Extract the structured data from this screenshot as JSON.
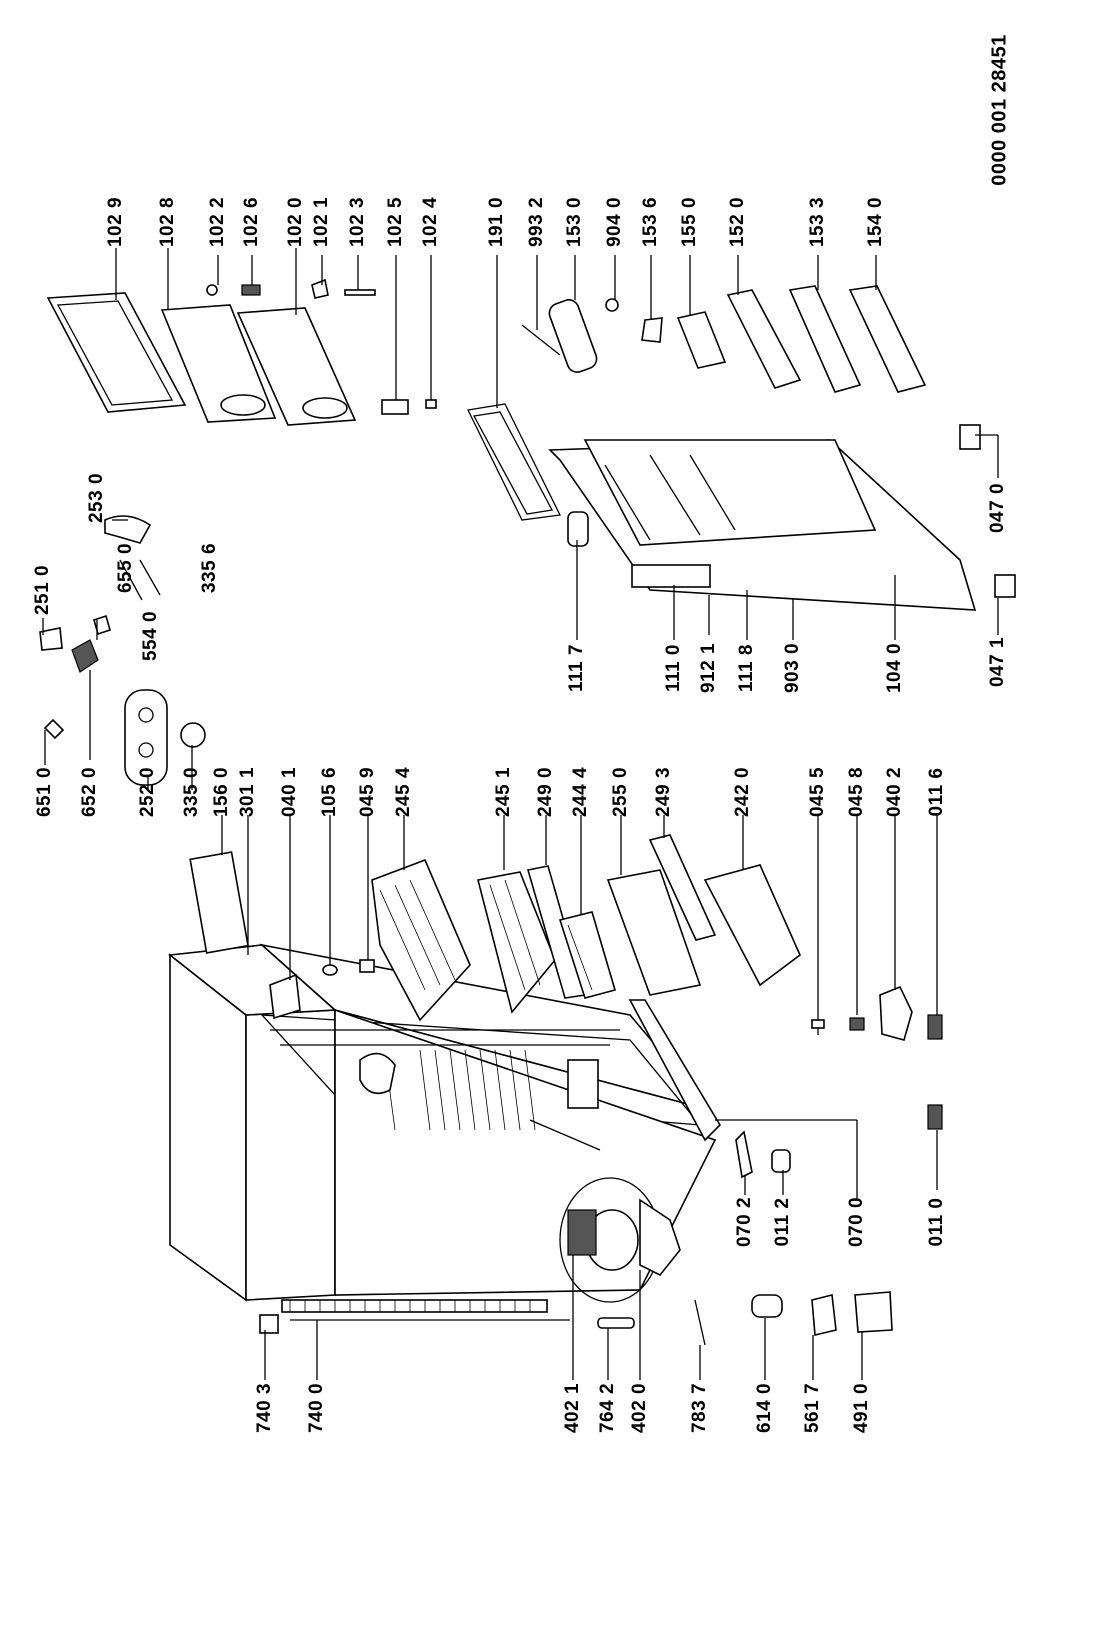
{
  "document_id": "0000 001 28451",
  "labels": {
    "l1029": "102 9",
    "l1028": "102 8",
    "l1022": "102 2",
    "l1026": "102 6",
    "l1020": "102 0",
    "l1021": "102 1",
    "l1023": "102 3",
    "l1025": "102 5",
    "l1024": "102 4",
    "l1910": "191 0",
    "l9932": "993 2",
    "l1530": "153 0",
    "l9040": "904 0",
    "l1536": "153 6",
    "l1550": "155 0",
    "l1520": "152 0",
    "l1533": "153 3",
    "l1540": "154 0",
    "l2510": "251 0",
    "l2530": "253 0",
    "l6550": "655 0",
    "l3356": "335 6",
    "l5540": "554 0",
    "l6510": "651 0",
    "l6520": "652 0",
    "l2520": "252 0",
    "l3350": "335 0",
    "l1117": "111 7",
    "l1110": "111 0",
    "l9121": "912 1",
    "l1118": "111 8",
    "l9030": "903 0",
    "l1040": "104 0",
    "l0470": "047 0",
    "l0471": "047 1",
    "l1560": "156 0",
    "l3011": "301  1",
    "l0401": "040 1",
    "l1056": "105 6",
    "l0459": "045 9",
    "l2454": "245 4",
    "l2451": "245 1",
    "l2490": "249 0",
    "l2444": "244 4",
    "l2550": "255 0",
    "l2493": "249 3",
    "l2420": "242 0",
    "l0455": "045 5",
    "l0458": "045 8",
    "l0402": "040 2",
    "l0116": "011 6",
    "l0702": "070 2",
    "l0112": "011 2",
    "l0700": "070 0",
    "l0110": "011 0",
    "l7403": "740 3",
    "l7400": "740 0",
    "l4021": "402 1",
    "l7642": "764 2",
    "l4020": "402 0",
    "l7837": "783 7",
    "l6140": "614 0",
    "l5617": "561 7",
    "l4910": "491 0"
  }
}
